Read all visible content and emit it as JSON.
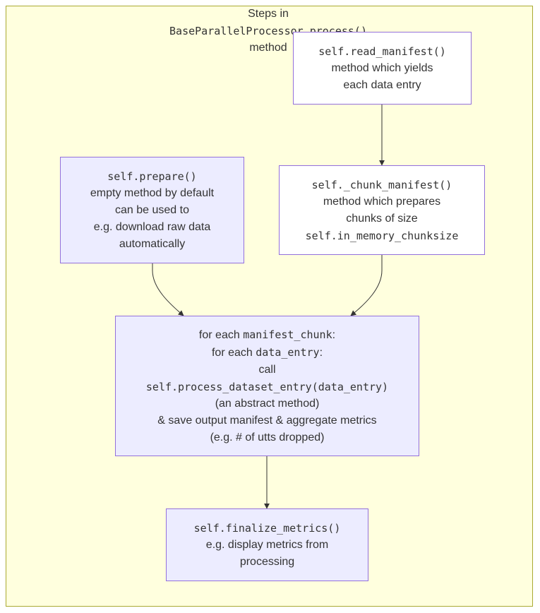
{
  "subgraph": {
    "title_line1": "Steps in",
    "title_code": "BaseParallelProcessor.process()",
    "title_line3": "method"
  },
  "nodes": {
    "read_manifest": {
      "code": "self.read_manifest()",
      "line2": "method which yields",
      "line3": "each data entry"
    },
    "prepare": {
      "code": "self.prepare()",
      "line2": "empty method by default",
      "line3": "can be used to",
      "line4": "e.g. download raw data",
      "line5": "automatically"
    },
    "chunk_manifest": {
      "code": "self._chunk_manifest()",
      "line2": "method which prepares",
      "line3": "chunks of size",
      "code2": "self.in_memory_chunksize"
    },
    "process": {
      "line1_prefix": "for each ",
      "line1_code": "manifest_chunk",
      "line1_suffix": ":",
      "line2_prefix": "for each ",
      "line2_code": "data_entry",
      "line2_suffix": ":",
      "line3": "call",
      "line4_code": "self.process_dataset_entry(data_entry)",
      "line5": "(an abstract method)",
      "line6": "& save output manifest & aggregate metrics",
      "line7": "(e.g. # of utts dropped)"
    },
    "finalize": {
      "code": "self.finalize_metrics()",
      "line2": "e.g. display metrics from",
      "line3": "processing"
    }
  },
  "colors": {
    "subgraph_fill": "#ffffde",
    "subgraph_border": "#aaaa33",
    "node_fill": "#ececff",
    "node_fill_white": "#ffffff",
    "node_border": "#9370db",
    "edge": "#333333",
    "text": "#333333"
  }
}
